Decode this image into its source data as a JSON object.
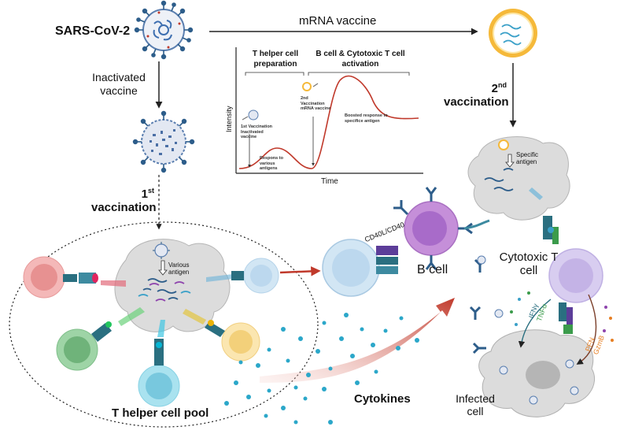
{
  "labels": {
    "virus": "SARS-CoV-2",
    "mrna": "mRNA vaccine",
    "inactivated": "Inactivated vaccine",
    "first_num": "1",
    "first_sup": "st",
    "first_word": "vaccination",
    "second_num": "2",
    "second_sup": "nd",
    "second_word": "vaccination",
    "pool": "T helper cell pool",
    "cytokines": "Cytokines",
    "bcell": "B cell",
    "cd40": "CD40L/CD40",
    "cytotoxic": "Cytotoxic T cell",
    "infected": "Infected cell",
    "various_antigen": "Various antigen",
    "specific_antigen": "Specific antigen",
    "ifn_tnf_1": "IFNγ",
    "ifn_tnf_2": "TNFα",
    "pfn": "PFN",
    "gzmb": "GzmB"
  },
  "chart": {
    "ylabel": "Intensity",
    "xlabel": "Time",
    "phase1": "T helper cell preparation",
    "phase2": "B cell & Cytotoxic T cell activation",
    "note1": "1st Vaccination Inactivated vaccine",
    "note2": "2nd Vaccination mRNA vaccine",
    "note3": "Respons to various antigens",
    "note4": "Boosted response to specifice antigen"
  },
  "colors": {
    "virus": "#4a6fa5",
    "spike": "#2d5d8a",
    "gray_cell": "#d9d9d9",
    "bcell": "#c58fd9",
    "tcell": "#c9b9e9",
    "red_arrow": "#c0392b",
    "curve": "#c0392b",
    "cyan_dots": "#2ba7c9"
  },
  "chart_data": {
    "type": "line",
    "title": "",
    "xlabel": "Time",
    "ylabel": "Intensity",
    "x": [
      0,
      1,
      2,
      3,
      4,
      5,
      6,
      7,
      8,
      9,
      10,
      11,
      12,
      13,
      14,
      15
    ],
    "series": [
      {
        "values": [
          0.05,
          0.05,
          0.08,
          0.18,
          0.25,
          0.2,
          0.1,
          0.08,
          0.35,
          0.78,
          0.95,
          0.85,
          0.65,
          0.55,
          0.55,
          0.56
        ]
      }
    ],
    "annotations": [
      "1st Vaccination Inactivated vaccine",
      "2nd Vaccination mRNA vaccine",
      "Respons to various antigens",
      "Boosted response to specifice antigen"
    ]
  }
}
